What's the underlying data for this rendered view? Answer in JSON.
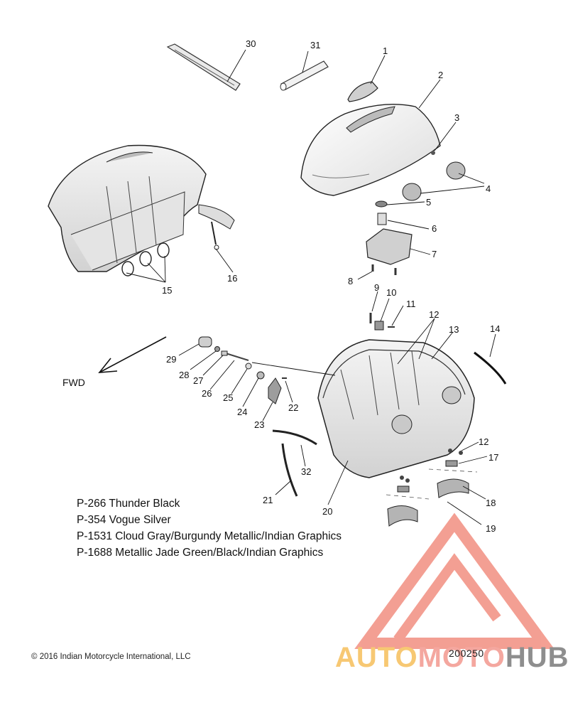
{
  "callouts": [
    {
      "id": "30",
      "text": "30"
    },
    {
      "id": "31",
      "text": "31"
    },
    {
      "id": "1",
      "text": "1"
    },
    {
      "id": "2",
      "text": "2"
    },
    {
      "id": "3",
      "text": "3"
    },
    {
      "id": "4",
      "text": "4"
    },
    {
      "id": "5",
      "text": "5"
    },
    {
      "id": "6",
      "text": "6"
    },
    {
      "id": "7",
      "text": "7"
    },
    {
      "id": "8",
      "text": "8"
    },
    {
      "id": "9",
      "text": "9"
    },
    {
      "id": "10",
      "text": "10"
    },
    {
      "id": "11",
      "text": "11"
    },
    {
      "id": "12a",
      "text": "12"
    },
    {
      "id": "13",
      "text": "13"
    },
    {
      "id": "14",
      "text": "14"
    },
    {
      "id": "15",
      "text": "15"
    },
    {
      "id": "16",
      "text": "16"
    },
    {
      "id": "29",
      "text": "29"
    },
    {
      "id": "28",
      "text": "28"
    },
    {
      "id": "27",
      "text": "27"
    },
    {
      "id": "26",
      "text": "26"
    },
    {
      "id": "25",
      "text": "25"
    },
    {
      "id": "24",
      "text": "24"
    },
    {
      "id": "23",
      "text": "23"
    },
    {
      "id": "22",
      "text": "22"
    },
    {
      "id": "21",
      "text": "21"
    },
    {
      "id": "32",
      "text": "32"
    },
    {
      "id": "20",
      "text": "20"
    },
    {
      "id": "12b",
      "text": "12"
    },
    {
      "id": "17",
      "text": "17"
    },
    {
      "id": "18",
      "text": "18"
    },
    {
      "id": "19",
      "text": "19"
    }
  ],
  "fwd_label": "FWD",
  "legend": [
    "P-266  Thunder Black",
    "P-354  Vogue Silver",
    "P-1531 Cloud Gray/Burgundy Metallic/Indian Graphics",
    "P-1688 Metallic Jade Green/Black/Indian Graphics"
  ],
  "copyright": "2016 Indian Motorcycle International, LLC",
  "copyright_symbol": "©",
  "drawing_number": "200250",
  "watermark": {
    "part1": "AUTO",
    "part2": "MOTO",
    "part3": "HUB",
    "colors": {
      "red": "#f08070",
      "yellow": "#f7c873",
      "gray": "#8e8e8e"
    }
  }
}
